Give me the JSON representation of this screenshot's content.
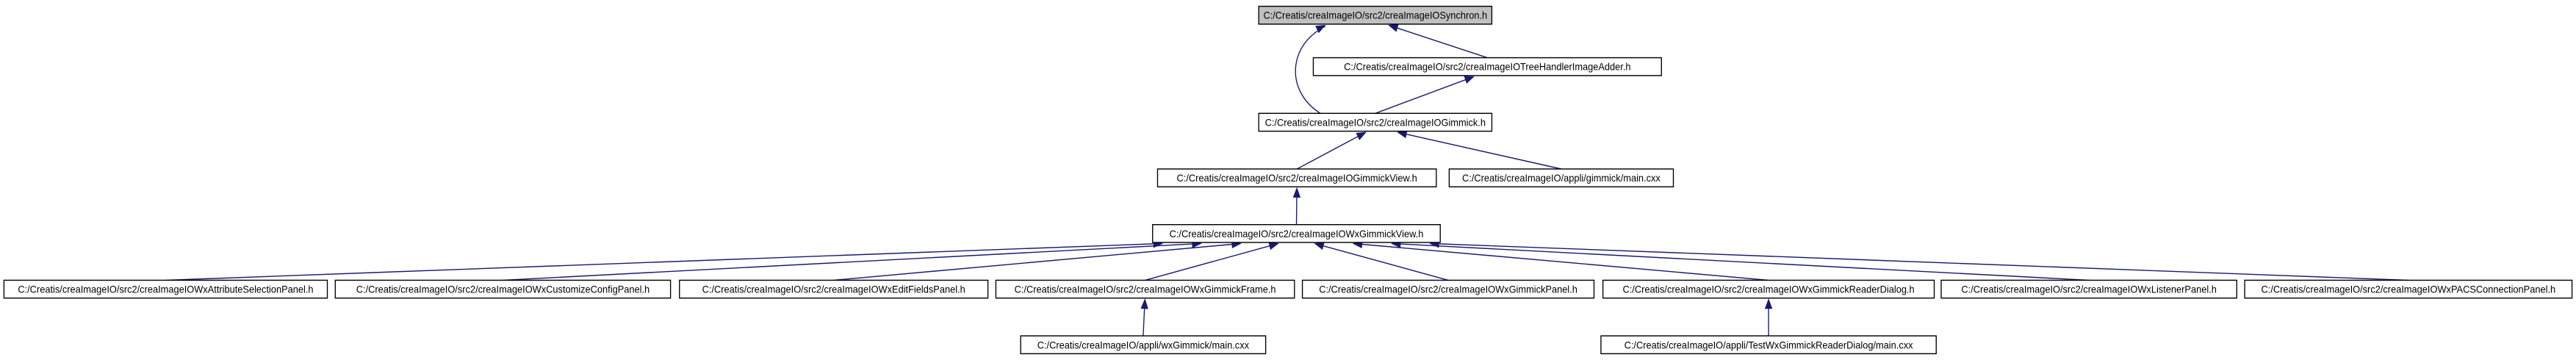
{
  "diagram": {
    "colors": {
      "edge": "#191970",
      "root_fill": "#c0c0c0",
      "node_fill": "#ffffff",
      "border": "#000000"
    },
    "nodes": [
      {
        "id": "synchron",
        "label": "C:/Creatis/creaImageIO/src2/creaImageIOSynchron.h",
        "root": true
      },
      {
        "id": "treehandler",
        "label": "C:/Creatis/creaImageIO/src2/creaImageIOTreeHandlerImageAdder.h"
      },
      {
        "id": "gimmick",
        "label": "C:/Creatis/creaImageIO/src2/creaImageIOGimmick.h"
      },
      {
        "id": "gimmickview",
        "label": "C:/Creatis/creaImageIO/src2/creaImageIOGimmickView.h"
      },
      {
        "id": "gimmickmain",
        "label": "C:/Creatis/creaImageIO/appli/gimmick/main.cxx"
      },
      {
        "id": "wxgimmickview",
        "label": "C:/Creatis/creaImageIO/src2/creaImageIOWxGimmickView.h"
      },
      {
        "id": "attrsel",
        "label": "C:/Creatis/creaImageIO/src2/creaImageIOWxAttributeSelectionPanel.h"
      },
      {
        "id": "customize",
        "label": "C:/Creatis/creaImageIO/src2/creaImageIOWxCustomizeConfigPanel.h"
      },
      {
        "id": "editfields",
        "label": "C:/Creatis/creaImageIO/src2/creaImageIOWxEditFieldsPanel.h"
      },
      {
        "id": "frame",
        "label": "C:/Creatis/creaImageIO/src2/creaImageIOWxGimmickFrame.h"
      },
      {
        "id": "panel",
        "label": "C:/Creatis/creaImageIO/src2/creaImageIOWxGimmickPanel.h"
      },
      {
        "id": "readerdialog",
        "label": "C:/Creatis/creaImageIO/src2/creaImageIOWxGimmickReaderDialog.h"
      },
      {
        "id": "listener",
        "label": "C:/Creatis/creaImageIO/src2/creaImageIOWxListenerPanel.h"
      },
      {
        "id": "pacs",
        "label": "C:/Creatis/creaImageIO/src2/creaImageIOWxPACSConnectionPanel.h"
      },
      {
        "id": "wxgimmickmain",
        "label": "C:/Creatis/creaImageIO/appli/wxGimmick/main.cxx"
      },
      {
        "id": "testreadermain",
        "label": "C:/Creatis/creaImageIO/appli/TestWxGimmickReaderDialog/main.cxx"
      }
    ],
    "edges": [
      {
        "from": "treehandler",
        "to": "synchron"
      },
      {
        "from": "gimmick",
        "to": "synchron"
      },
      {
        "from": "gimmick",
        "to": "treehandler"
      },
      {
        "from": "gimmickview",
        "to": "gimmick"
      },
      {
        "from": "gimmickmain",
        "to": "gimmick"
      },
      {
        "from": "wxgimmickview",
        "to": "gimmickview"
      },
      {
        "from": "attrsel",
        "to": "wxgimmickview"
      },
      {
        "from": "customize",
        "to": "wxgimmickview"
      },
      {
        "from": "editfields",
        "to": "wxgimmickview"
      },
      {
        "from": "frame",
        "to": "wxgimmickview"
      },
      {
        "from": "panel",
        "to": "wxgimmickview"
      },
      {
        "from": "readerdialog",
        "to": "wxgimmickview"
      },
      {
        "from": "listener",
        "to": "wxgimmickview"
      },
      {
        "from": "pacs",
        "to": "wxgimmickview"
      },
      {
        "from": "wxgimmickmain",
        "to": "frame"
      },
      {
        "from": "testreadermain",
        "to": "readerdialog"
      }
    ]
  }
}
